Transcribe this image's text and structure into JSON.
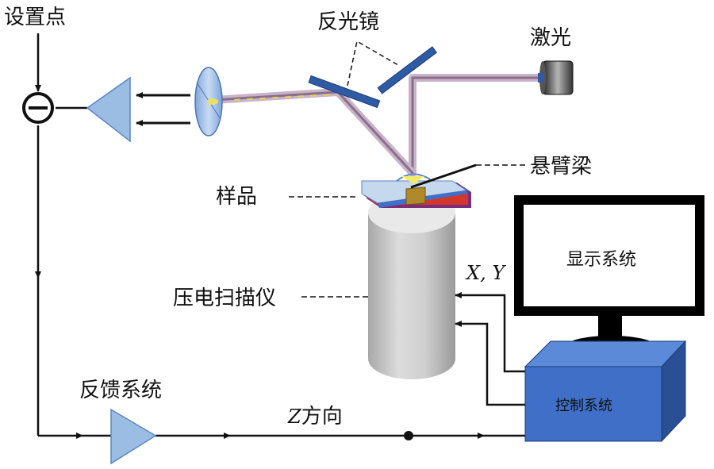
{
  "labels": {
    "set_point": "设置点",
    "mirror": "反光镜",
    "laser": "激光",
    "cantilever": "悬臂梁",
    "sample": "样品",
    "piezo_scanner": "压电扫描仪",
    "xy": "X, Y",
    "display_system": "显示系统",
    "control_system": "控制系统",
    "feedback_system": "反馈系统",
    "z_direction_italic": "Z",
    "z_direction_text": "方向"
  },
  "colors": {
    "line": "#111111",
    "triangle_fill": "#9cbde3",
    "triangle_stroke": "#5b86c3",
    "mirror_fill": "#2f5ba5",
    "beam": "#8a6f8a",
    "beam_glow": "#c4a8c4",
    "control_box_front": "#3f6fc6",
    "control_box_side": "#2a4f95",
    "control_box_top": "#5a8ad8",
    "monitor_black": "#000000",
    "cylinder": "#c9c9c9"
  }
}
